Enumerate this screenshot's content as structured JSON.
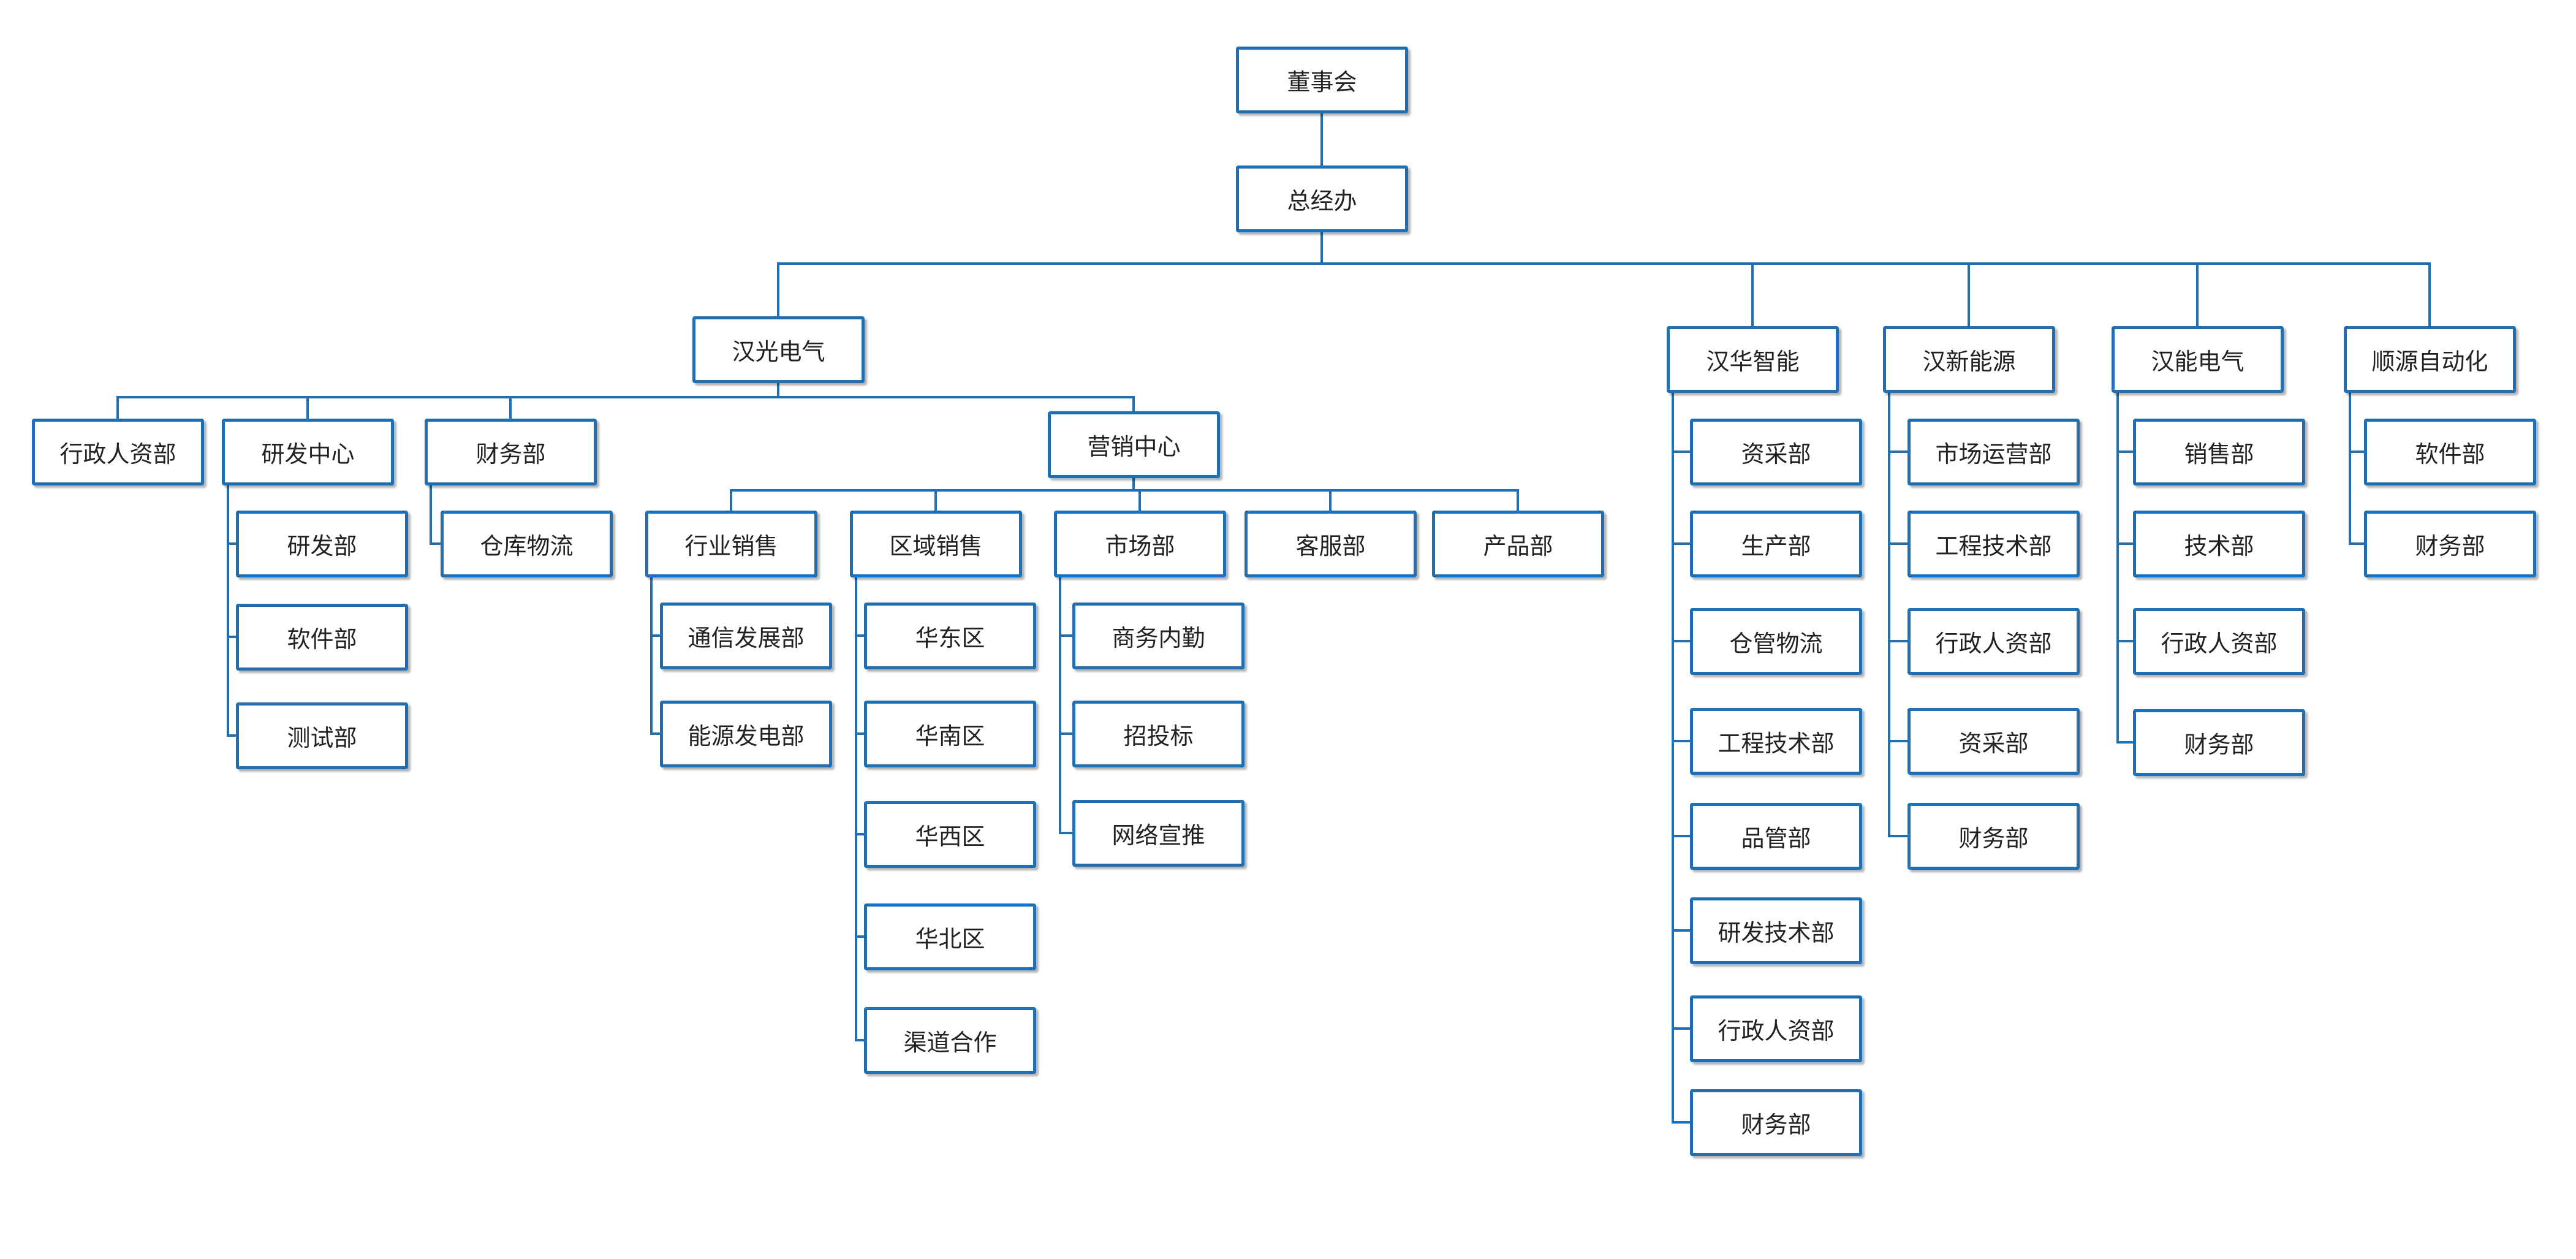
{
  "colors": {
    "line": "#1f6fb4",
    "box_border": "#1f6fb4",
    "box_fill": "#ffffff",
    "text": "#222222"
  },
  "orgchart": {
    "board": "董事会",
    "general_office": "总经办",
    "hanguang_electric": {
      "name": "汉光电气",
      "admin_hr": "行政人资部",
      "rd_center": {
        "name": "研发中心",
        "rd_dept": "研发部",
        "software_dept": "软件部",
        "test_dept": "测试部"
      },
      "finance": {
        "name": "财务部",
        "warehouse_logistics": "仓库物流"
      },
      "marketing_center": {
        "name": "营销中心",
        "industry_sales": {
          "name": "行业销售",
          "telecom_dev": "通信发展部",
          "energy_power": "能源发电部"
        },
        "regional_sales": {
          "name": "区域销售",
          "east_china": "华东区",
          "south_china": "华南区",
          "west_china": "华西区",
          "north_china": "华北区",
          "channel_partner": "渠道合作"
        },
        "market_dept": {
          "name": "市场部",
          "business_affairs": "商务内勤",
          "bidding": "招投标",
          "web_promotion": "网络宣推"
        },
        "customer_service": "客服部",
        "product_dept": "产品部"
      }
    },
    "hanhua_smart": {
      "name": "汉华智能",
      "procurement": "资采部",
      "production": "生产部",
      "warehouse_logistics": "仓管物流",
      "engineering_tech": "工程技术部",
      "quality": "品管部",
      "rd_tech": "研发技术部",
      "admin_hr": "行政人资部",
      "finance": "财务部"
    },
    "hanxin_energy": {
      "name": "汉新能源",
      "market_operation": "市场运营部",
      "engineering_tech": "工程技术部",
      "admin_hr": "行政人资部",
      "procurement": "资采部",
      "finance": "财务部"
    },
    "hanneng_electric": {
      "name": "汉能电气",
      "sales": "销售部",
      "tech": "技术部",
      "admin_hr": "行政人资部",
      "finance": "财务部"
    },
    "shunyuan_automation": {
      "name": "顺源自动化",
      "software": "软件部",
      "finance": "财务部"
    }
  }
}
